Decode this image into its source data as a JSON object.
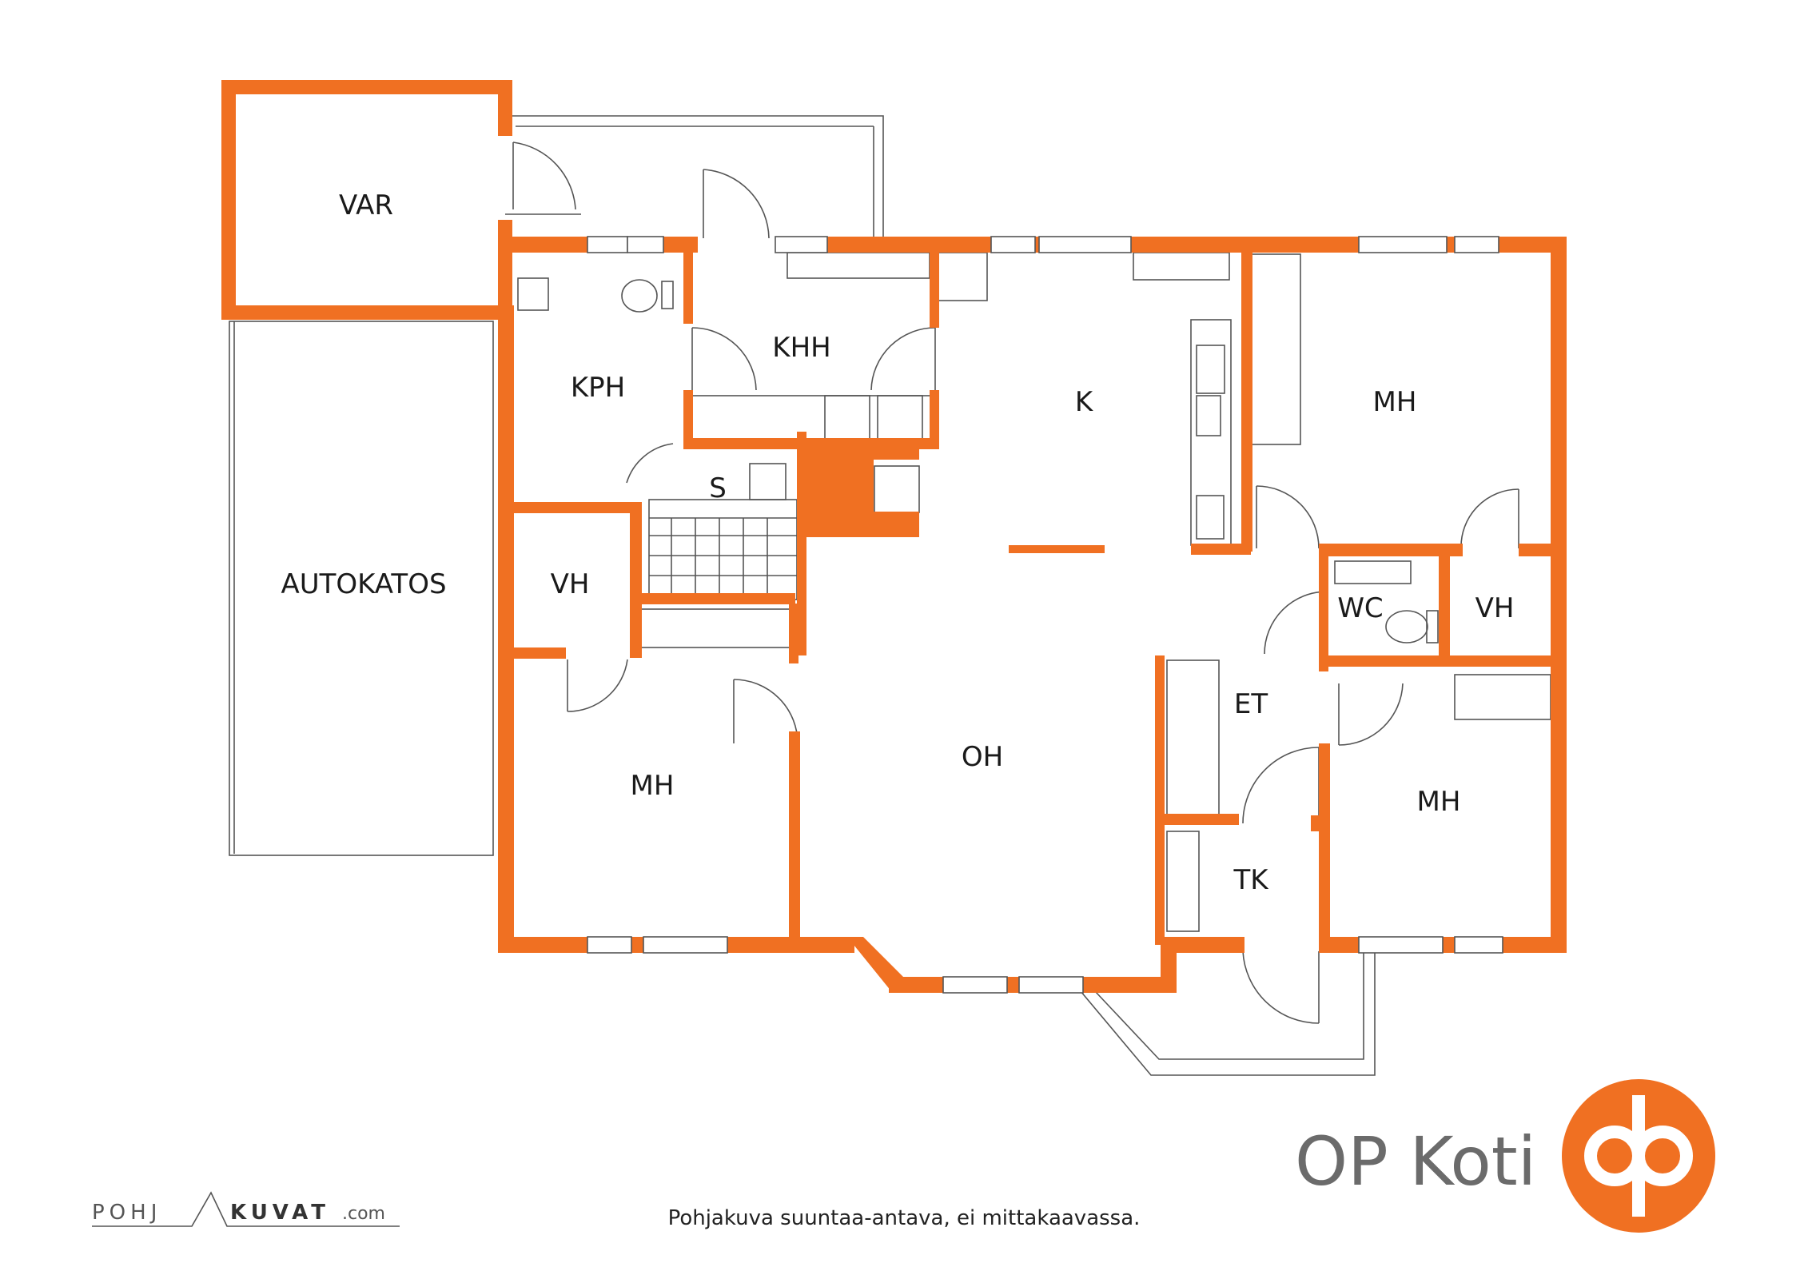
{
  "rooms": {
    "var": "VAR",
    "autokatos": "AUTOKATOS",
    "kph": "KPH",
    "khh": "KHH",
    "k": "K",
    "s": "S",
    "vh_left": "VH",
    "mh_left": "MH",
    "oh": "OH",
    "mh_top_right": "MH",
    "wc": "WC",
    "vh_right": "VH",
    "et": "ET",
    "mh_bottom_right": "MH",
    "tk": "TK"
  },
  "brand": {
    "name": "OP Koti"
  },
  "watermark": {
    "left": "POHJ",
    "right": "KUVAT",
    "suffix": ".com"
  },
  "caption": "Pohjakuva suuntaa-antava, ei mittakaavassa.",
  "colors": {
    "wall": "#f07022",
    "brand_gray": "#6b6b6b"
  }
}
